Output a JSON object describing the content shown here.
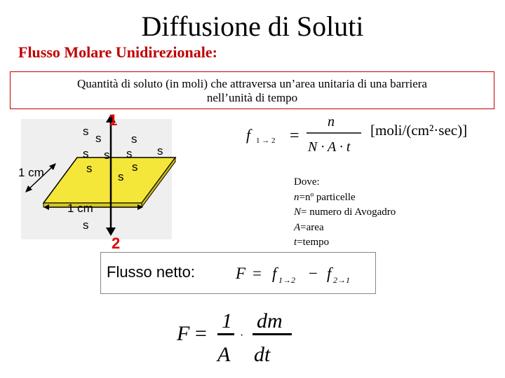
{
  "title": "Diffusione di Soluti",
  "subtitle": "Flusso Molare Unidirezionale:",
  "definition": {
    "line1": "Quantità di soluto (in moli) che attraversa un’area unitaria di una barriera",
    "line2": "nell’unità di tempo"
  },
  "diagram": {
    "label_top": "1",
    "label_bottom": "2",
    "label_depth": "1 cm",
    "label_width": "1 cm",
    "solute_symbol": "s",
    "colors": {
      "barrier": "#f5e63a",
      "label_red": "#e00000",
      "background": "#efefef"
    }
  },
  "flux_formula": {
    "lhs": "f",
    "lhs_subscript": "1 → 2",
    "numerator": "n",
    "denominator": "N · A · t",
    "units": "[moli/(cm²·sec)]"
  },
  "legend": {
    "header": "Dove:",
    "items": [
      {
        "symbol": "n",
        "text": "=nº particelle"
      },
      {
        "symbol": "N",
        "text": "= numero di Avogadro"
      },
      {
        "symbol": "A",
        "text": "=area"
      },
      {
        "symbol": "t",
        "text": "=tempo"
      }
    ]
  },
  "net_flux": {
    "label": "Flusso netto:",
    "lhs": "F",
    "term1": "f",
    "term1_sub": "1→2",
    "term2": "f",
    "term2_sub": "2→1"
  },
  "bottom_formula": {
    "lhs": "F",
    "frac1_num": "1",
    "frac1_den": "A",
    "frac2_num": "dm",
    "frac2_den": "dt"
  }
}
